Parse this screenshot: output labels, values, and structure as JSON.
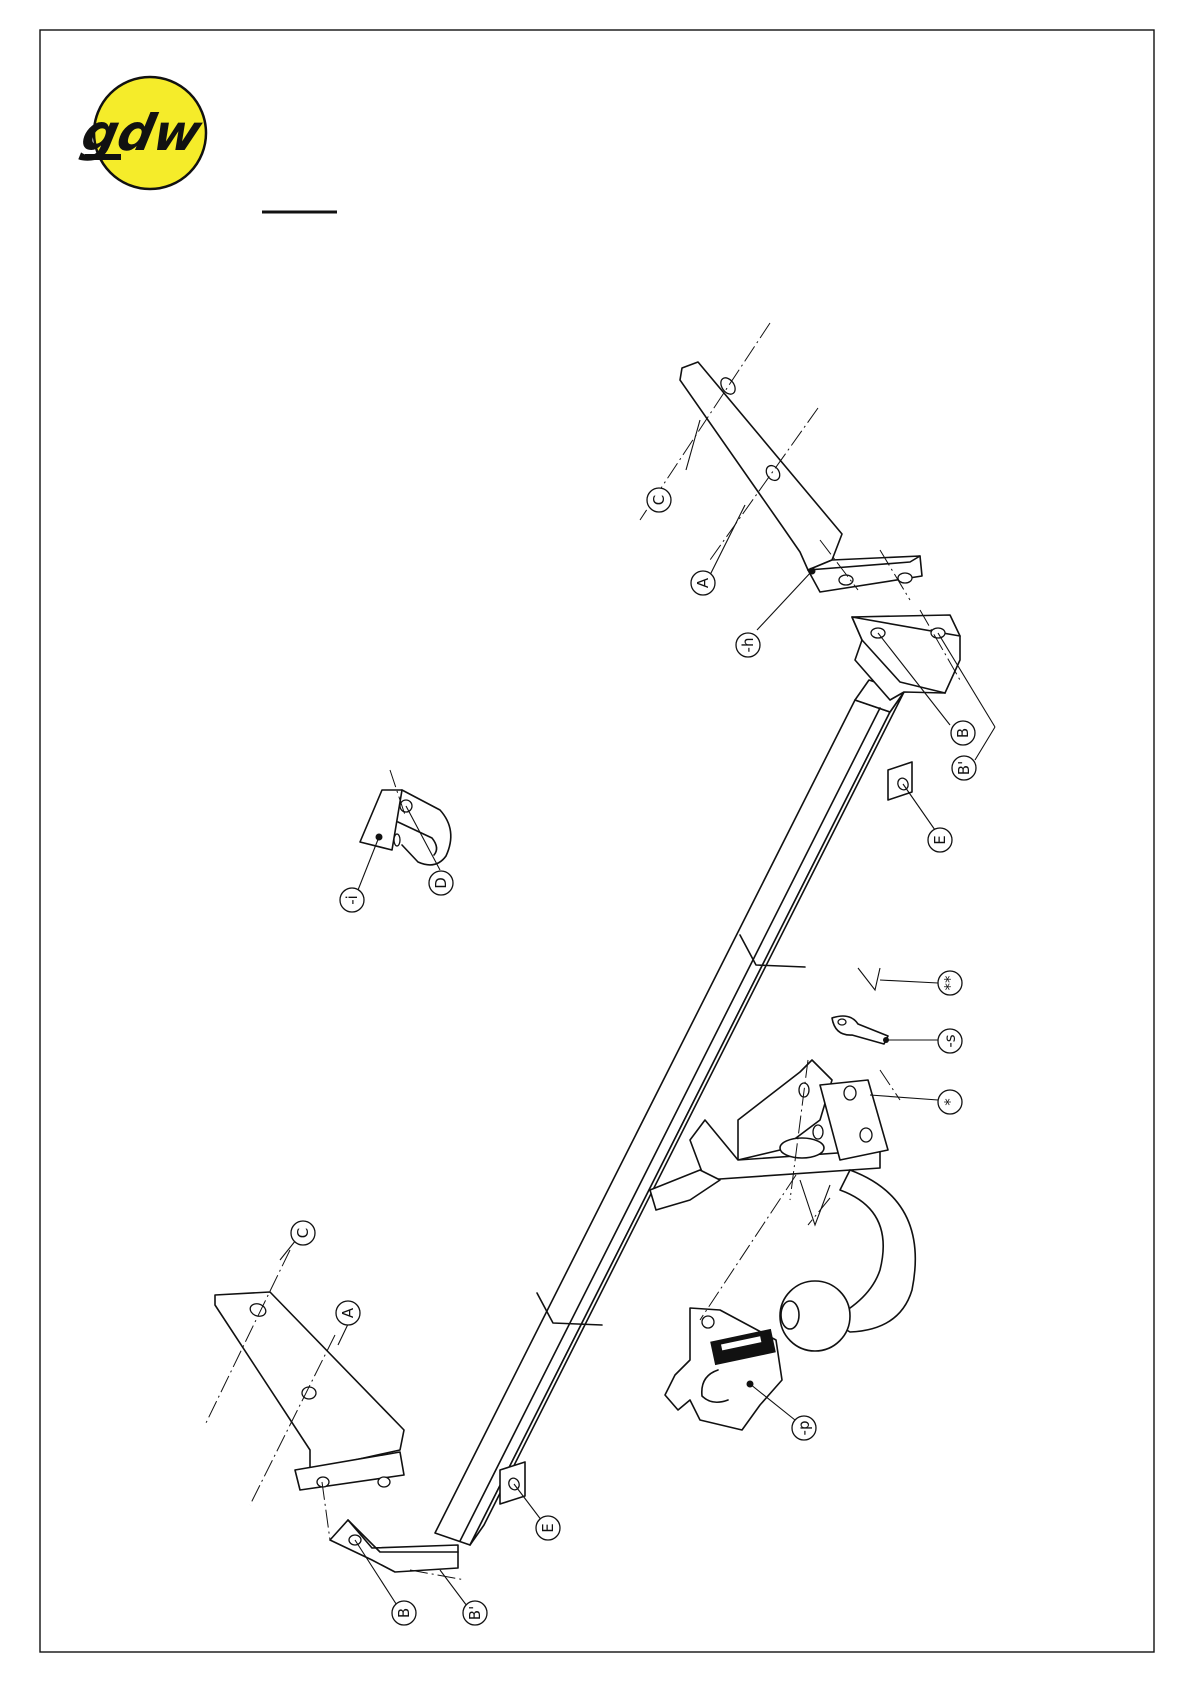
{
  "logo": {
    "text": "gdw",
    "color_circle": "#f5ec2a",
    "color_text": "#111111"
  },
  "callouts": {
    "c_top": "C",
    "a_top": "A",
    "h_top": "-h",
    "b_right": "B",
    "b_prime_right": "B'",
    "e_right": "E",
    "i_mid": "-i",
    "d_mid": "D",
    "star2": "**",
    "s_bolt": "-s",
    "star1": "*",
    "p_plate": "-p",
    "c_bottom": "C",
    "a_bottom": "A",
    "e_bottom": "E",
    "b_bottom": "B",
    "b_prime_bottom": "B'"
  },
  "colors": {
    "line": "#111111",
    "background": "#ffffff"
  }
}
